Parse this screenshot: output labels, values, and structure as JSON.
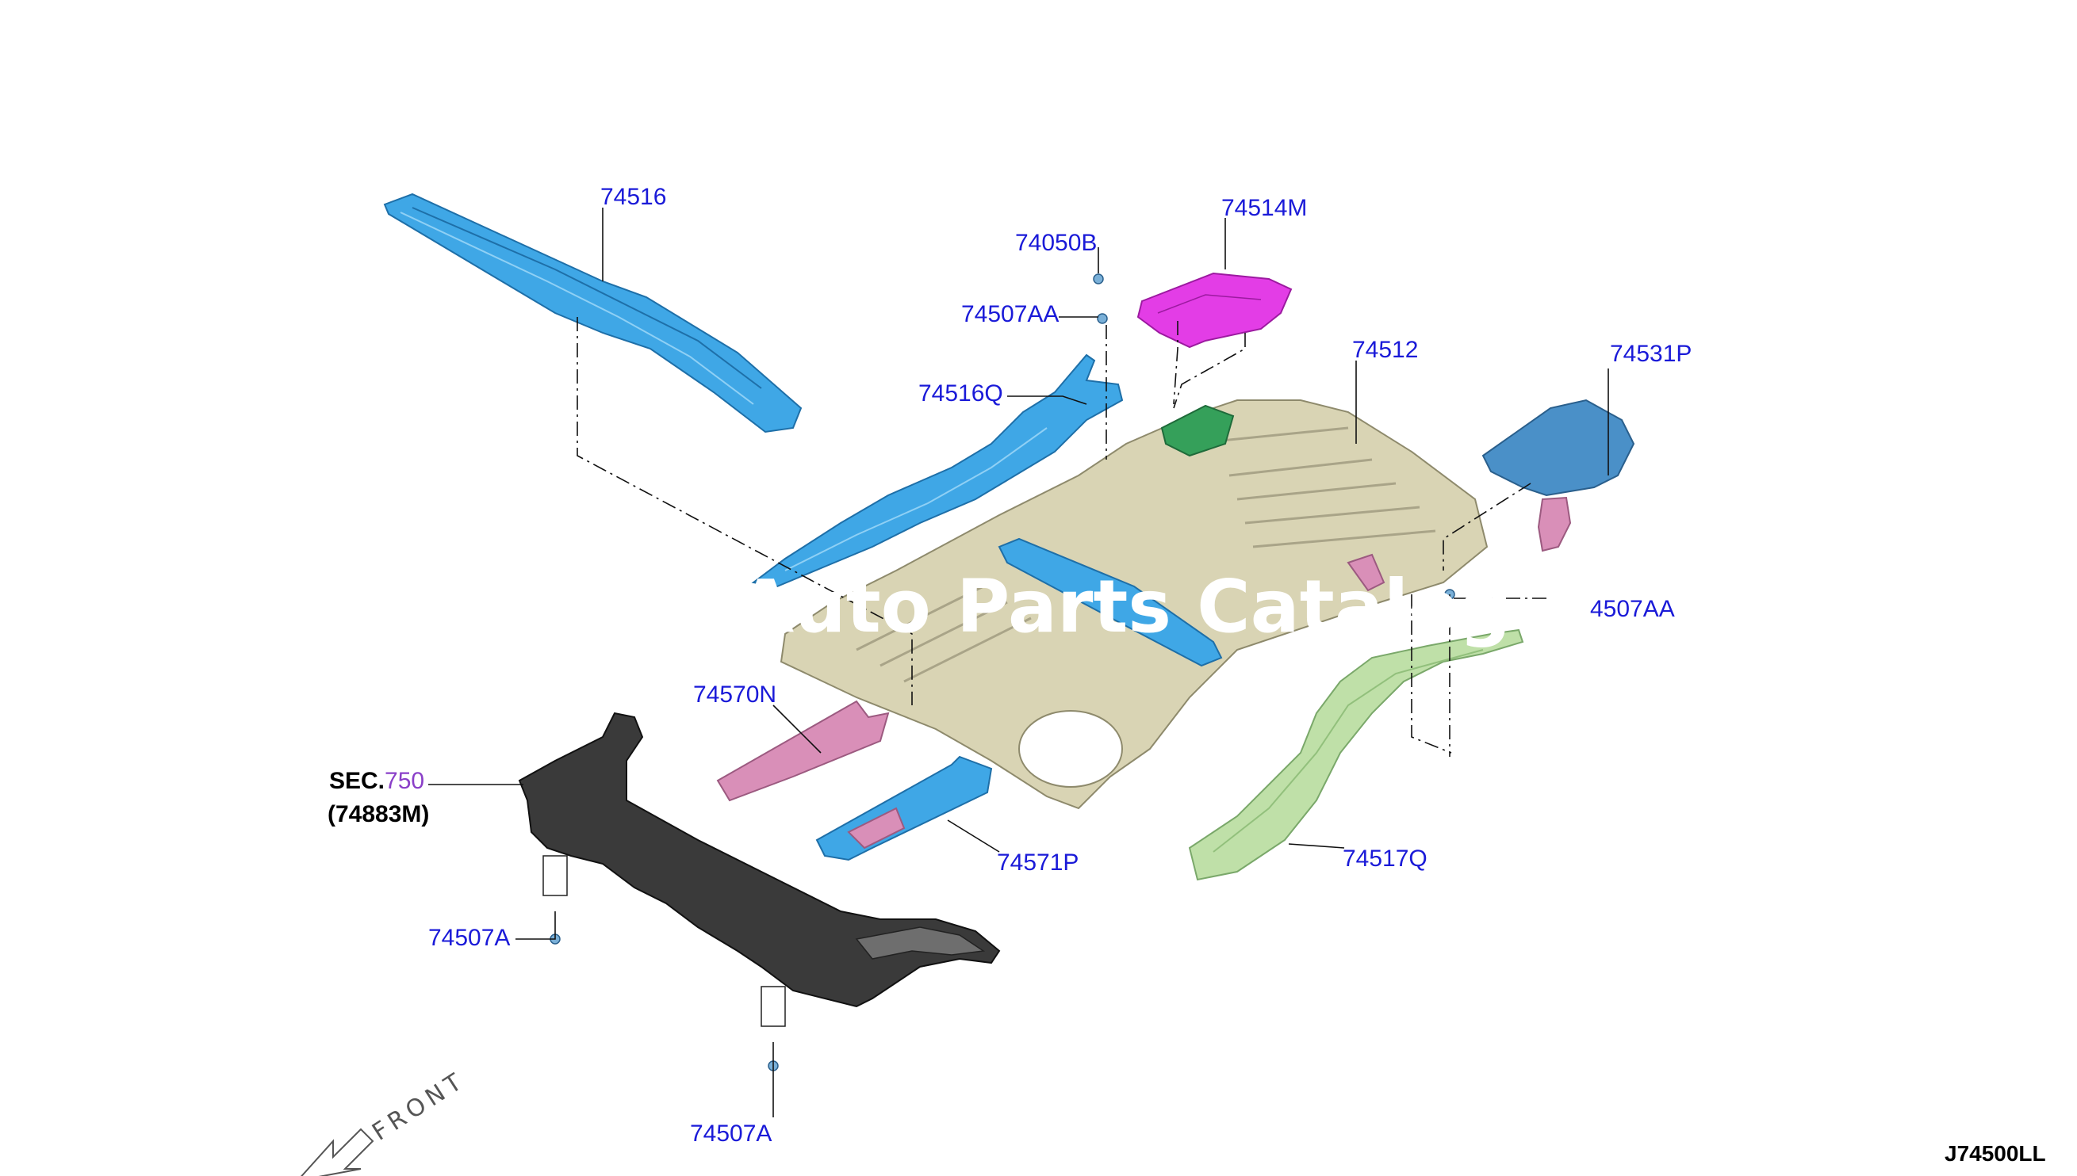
{
  "diagram": {
    "parts": {
      "p74516": "74516",
      "p74514M": "74514M",
      "p74050B": "74050B",
      "p74507AA_top": "74507AA",
      "p74516Q": "74516Q",
      "p74512": "74512",
      "p74531P": "74531P",
      "p74507AA_right": "4507AA",
      "p74570N": "74570N",
      "p74571P": "74571P",
      "p74517Q": "74517Q",
      "p74507A_left": "74507A",
      "p74507A_bottom": "74507A"
    },
    "section_ref": {
      "prefix": "SEC.",
      "number": "750",
      "part": "(74883M)"
    },
    "front_label": "FRONT",
    "watermark": "Auto Parts Catalog",
    "drawing_code": "J74500LL"
  },
  "colors": {
    "label_blue": "#1a1ad8",
    "light_blue": "#3fa7e6",
    "magenta": "#e33de6",
    "floor_beige": "#d9d4b4",
    "green_pale": "#bfe0a8",
    "pink": "#d98fb8",
    "dark_frame": "#3a3a3a",
    "steel_blue": "#4a90c8"
  }
}
